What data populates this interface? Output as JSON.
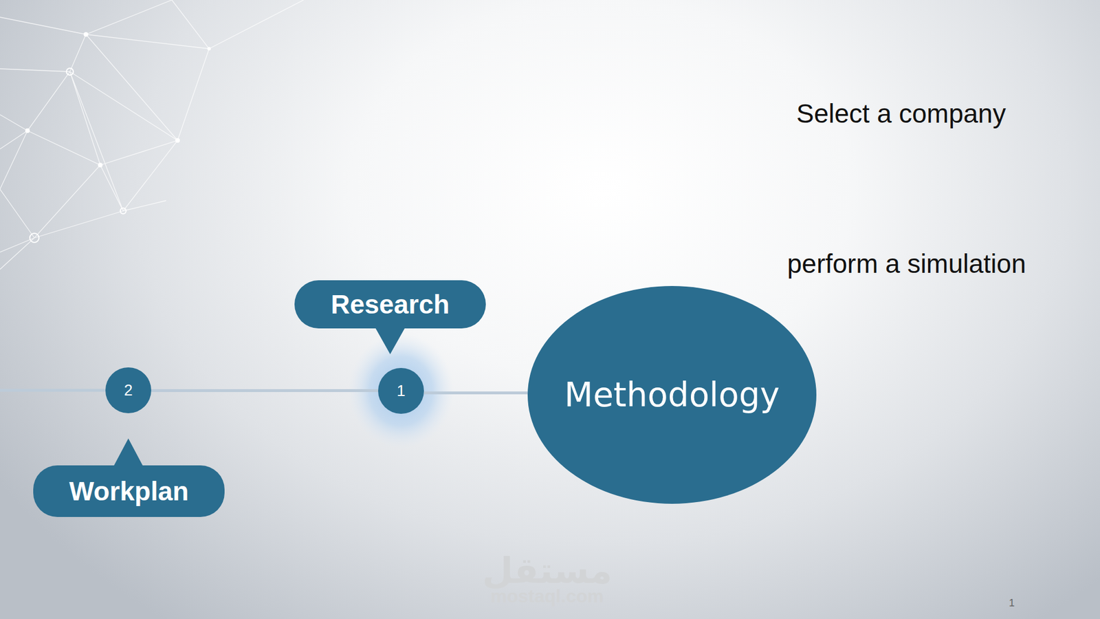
{
  "diagram": {
    "nodes": [
      {
        "text": [
          "Methodology"
        ]
      },
      {
        "text": [
          "1"
        ]
      },
      {
        "text": [
          "Research"
        ]
      },
      {
        "text": [
          "2"
        ]
      },
      {
        "text": [
          "Workplan"
        ]
      }
    ],
    "edges": [
      {
        "from": 0,
        "to": 1,
        "arrow": "none"
      },
      {
        "from": 1,
        "to": 3,
        "arrow": "none"
      }
    ],
    "labels": [
      "Select a company",
      "perform a simulation",
      "مستقل",
      "mostaql.com",
      "1"
    ]
  }
}
